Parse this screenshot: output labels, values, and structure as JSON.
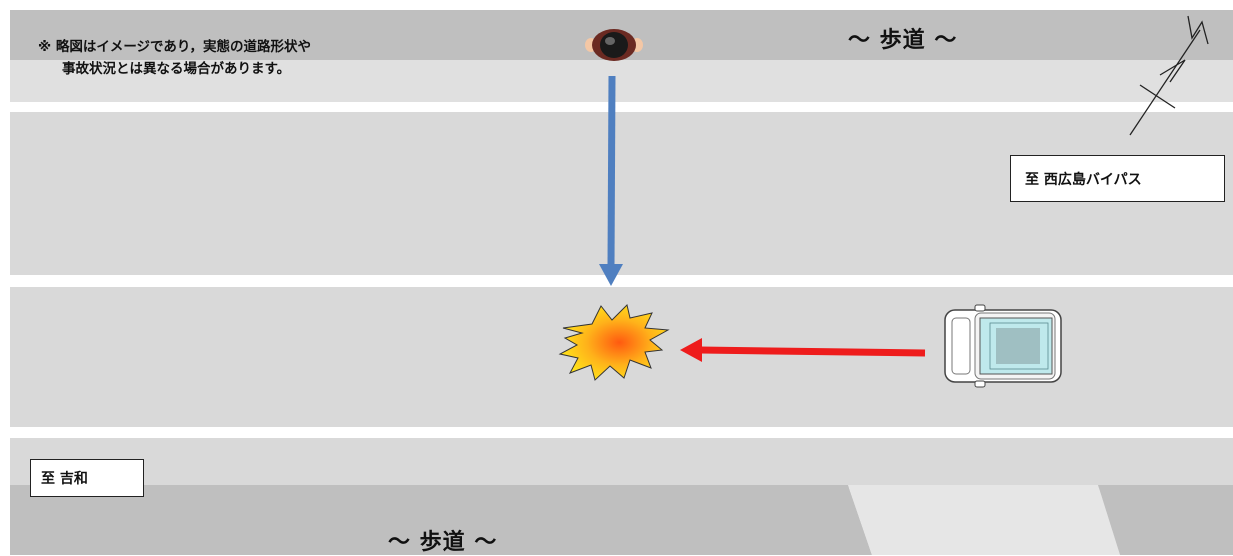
{
  "note": {
    "line1": "※ 略図はイメージであり，実態の道路形状や",
    "line2": "事故状況とは異なる場合があります。"
  },
  "sidewalk_top_label": "～ 歩道 ～",
  "sidewalk_bottom_label": "～ 歩道 ～",
  "dest_right_label": "至 西広島バイパス",
  "dest_left_label": "至 吉和",
  "colors": {
    "pedestrian_arrow": "#4f7fc0",
    "vehicle_arrow": "#ee1c1c",
    "road": "#d9d9d9",
    "sidewalk": "#bfbfbf",
    "lane_line": "#ffffff",
    "collision_fill": "#ffd21a",
    "car_glass": "#bfe9ec"
  },
  "icons": [
    "pedestrian-icon",
    "car-icon",
    "collision-burst-icon",
    "north-arrow-icon"
  ]
}
